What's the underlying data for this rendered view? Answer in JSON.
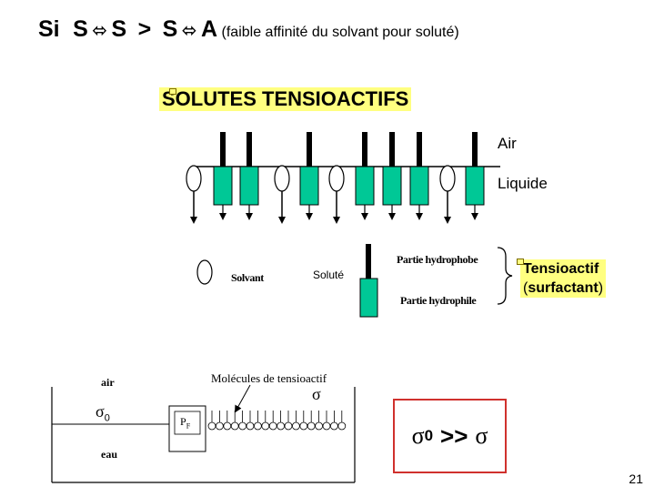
{
  "header": {
    "si": "Si",
    "s1": "S",
    "arrow1": "⬄",
    "s2": "S",
    "gt": ">",
    "s3": "S",
    "arrow2": "⬄",
    "a": "A",
    "note": "(faible affinité du solvant pour soluté)"
  },
  "section_title": "SOLUTES TENSIOACTIFS",
  "interface_labels": {
    "air": "Air",
    "liquid": "Liquide"
  },
  "legend": {
    "solvent": "Solvant",
    "solute": "Soluté",
    "hydrophobic": "Partie hydrophobe",
    "hydrophilic": "Partie hydrophile",
    "surfactant_line1": "Tensioactif",
    "surfactant_line2_open": "(",
    "surfactant_line2": "surfactant",
    "surfactant_line2_close": ")"
  },
  "trough": {
    "air": "air",
    "sigma0": "σ",
    "sigma0_sub": "0",
    "water": "eau",
    "barrier": "P",
    "barrier_sub": "F",
    "molecules": "Molécules de tensioactif",
    "sigma": "σ"
  },
  "formula": {
    "sigma0": "σ",
    "sub": "0",
    "op": ">>",
    "sigma": "σ"
  },
  "page_number": "21",
  "colors": {
    "surfactant_head": "#00c896",
    "highlight": "#ffff80",
    "formula_border": "#d0312d"
  }
}
